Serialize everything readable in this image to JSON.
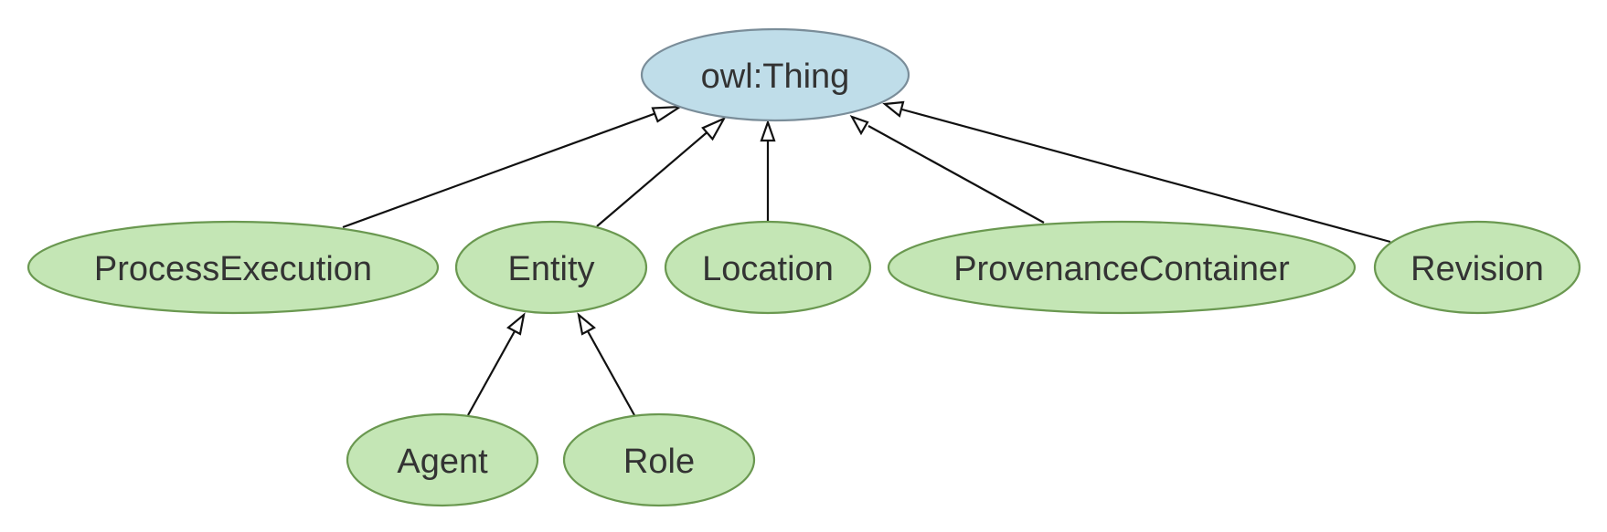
{
  "diagram": {
    "colors": {
      "root_fill": "#bfdde9",
      "root_stroke": "#7a8d99",
      "class_fill": "#c4e6b5",
      "class_stroke": "#6a9850",
      "edge": "#111111",
      "text": "#333333"
    },
    "nodes": {
      "owl_thing": "owl:Thing",
      "process_execution": "ProcessExecution",
      "entity": "Entity",
      "location": "Location",
      "provenance_container": "ProvenanceContainer",
      "revision": "Revision",
      "agent": "Agent",
      "role": "Role"
    },
    "edges": [
      {
        "from": "process_execution",
        "to": "owl_thing",
        "type": "subClassOf"
      },
      {
        "from": "entity",
        "to": "owl_thing",
        "type": "subClassOf"
      },
      {
        "from": "location",
        "to": "owl_thing",
        "type": "subClassOf"
      },
      {
        "from": "provenance_container",
        "to": "owl_thing",
        "type": "subClassOf"
      },
      {
        "from": "revision",
        "to": "owl_thing",
        "type": "subClassOf"
      },
      {
        "from": "agent",
        "to": "entity",
        "type": "subClassOf"
      },
      {
        "from": "role",
        "to": "entity",
        "type": "subClassOf"
      }
    ]
  }
}
